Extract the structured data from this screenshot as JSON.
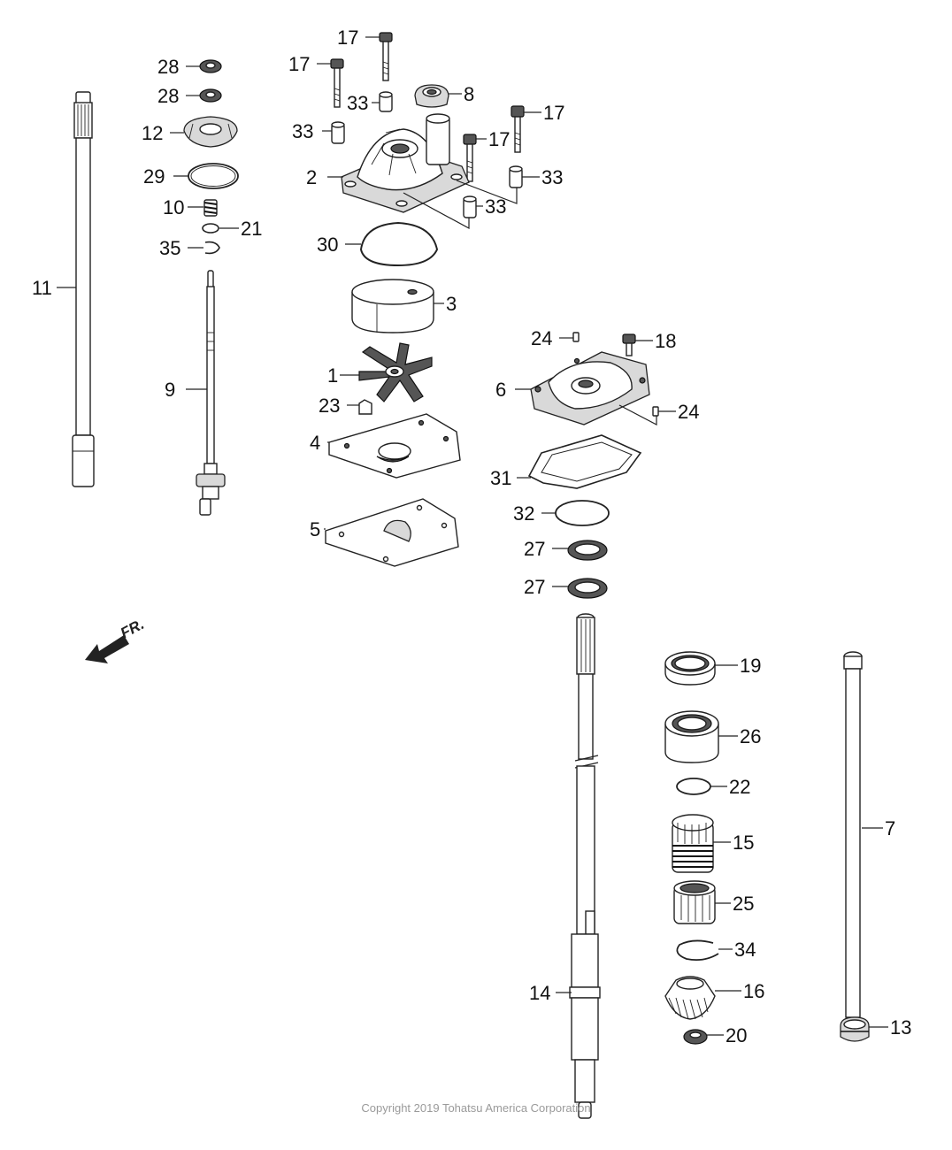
{
  "copyright": "Copyright 2019 Tohatsu America Corporation",
  "direction_label": "FR.",
  "callouts": {
    "p1": "1",
    "p2": "2",
    "p3": "3",
    "p4": "4",
    "p5": "5",
    "p6": "6",
    "p7": "7",
    "p8": "8",
    "p9": "9",
    "p10": "10",
    "p11": "11",
    "p12": "12",
    "p13": "13",
    "p14": "14",
    "p15": "15",
    "p16": "16",
    "p17a": "17",
    "p17b": "17",
    "p17c": "17",
    "p17d": "17",
    "p18": "18",
    "p19": "19",
    "p20": "20",
    "p21": "21",
    "p22": "22",
    "p23": "23",
    "p24a": "24",
    "p24b": "24",
    "p25": "25",
    "p26": "26",
    "p27a": "27",
    "p27b": "27",
    "p28a": "28",
    "p28b": "28",
    "p29": "29",
    "p30": "30",
    "p31": "31",
    "p32": "32",
    "p33a": "33",
    "p33b": "33",
    "p33c": "33",
    "p33d": "33",
    "p34": "34",
    "p35": "35"
  }
}
